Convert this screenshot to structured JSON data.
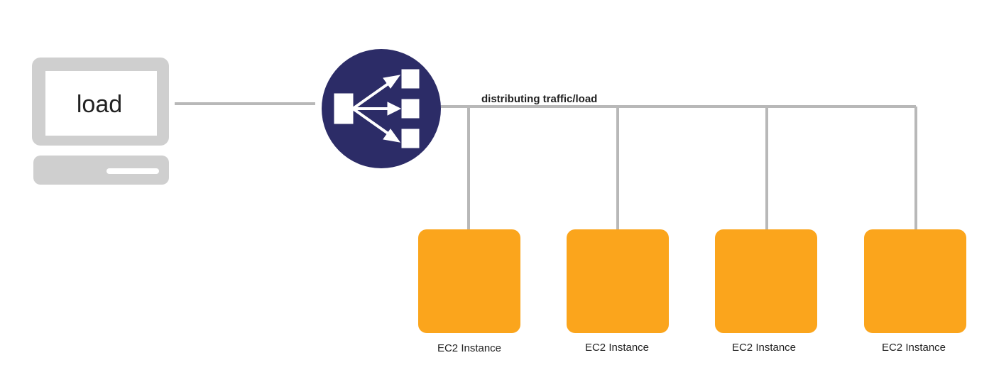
{
  "client": {
    "screen_label": "load",
    "icon": "computer-icon"
  },
  "load_balancer": {
    "icon": "load-balancer-icon",
    "connection_label": "distributing traffic/load"
  },
  "instances": [
    {
      "label": "EC2 Instance",
      "icon": "ec2-instance-icon"
    },
    {
      "label": "EC2 Instance",
      "icon": "ec2-instance-icon"
    },
    {
      "label": "EC2 Instance",
      "icon": "ec2-instance-icon"
    },
    {
      "label": "EC2 Instance",
      "icon": "ec2-instance-icon"
    }
  ],
  "colors": {
    "connector": "#b8b8b8",
    "computer": "#cfcfcf",
    "load_balancer": "#2c2c67",
    "instance": "#fba51c"
  }
}
